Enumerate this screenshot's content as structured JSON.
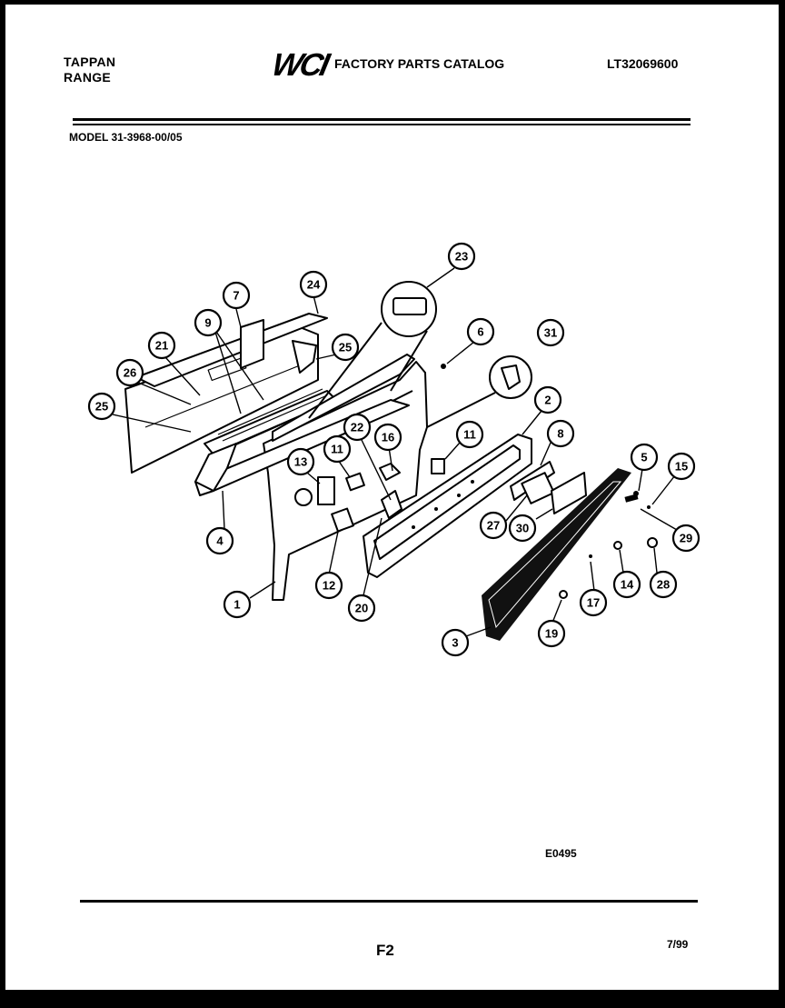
{
  "header": {
    "brand_line1": "TAPPAN",
    "brand_line2": "RANGE",
    "logo": "WCI",
    "catalog_title": "FACTORY PARTS CATALOG",
    "doc_code": "LT32069600"
  },
  "model": "MODEL 31-3968-00/05",
  "callouts": [
    "23",
    "7",
    "24",
    "9",
    "6",
    "31",
    "21",
    "25",
    "26",
    "25",
    "2",
    "22",
    "16",
    "11",
    "8",
    "13",
    "11",
    "4",
    "5",
    "15",
    "27",
    "30",
    "29",
    "12",
    "14",
    "28",
    "20",
    "1",
    "17",
    "3",
    "19"
  ],
  "footer": {
    "drawing_code": "E0495",
    "page_id": "F2",
    "date": "7/99"
  }
}
